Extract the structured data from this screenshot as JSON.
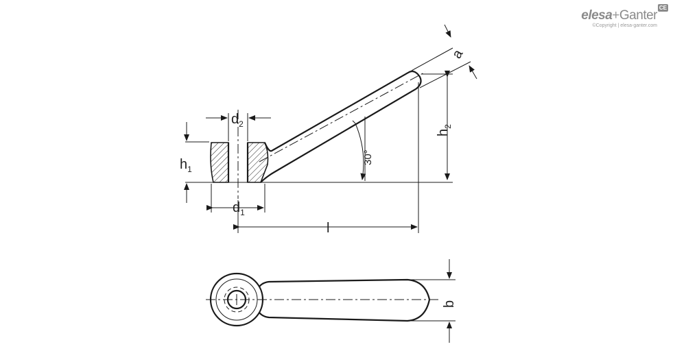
{
  "brand": {
    "name_part1": "elesa",
    "plus": "+",
    "name_part2": "Ganter",
    "copyright": "©Copyright | elesa-ganter.com",
    "mark": "CE"
  },
  "labels": {
    "d2_base": "d",
    "d2_sub": "2",
    "d1_base": "d",
    "d1_sub": "1",
    "h1_base": "h",
    "h1_sub": "1",
    "h2_base": "h",
    "h2_sub": "2",
    "a": "a",
    "l": "l",
    "b": "b",
    "angle": "30°"
  }
}
